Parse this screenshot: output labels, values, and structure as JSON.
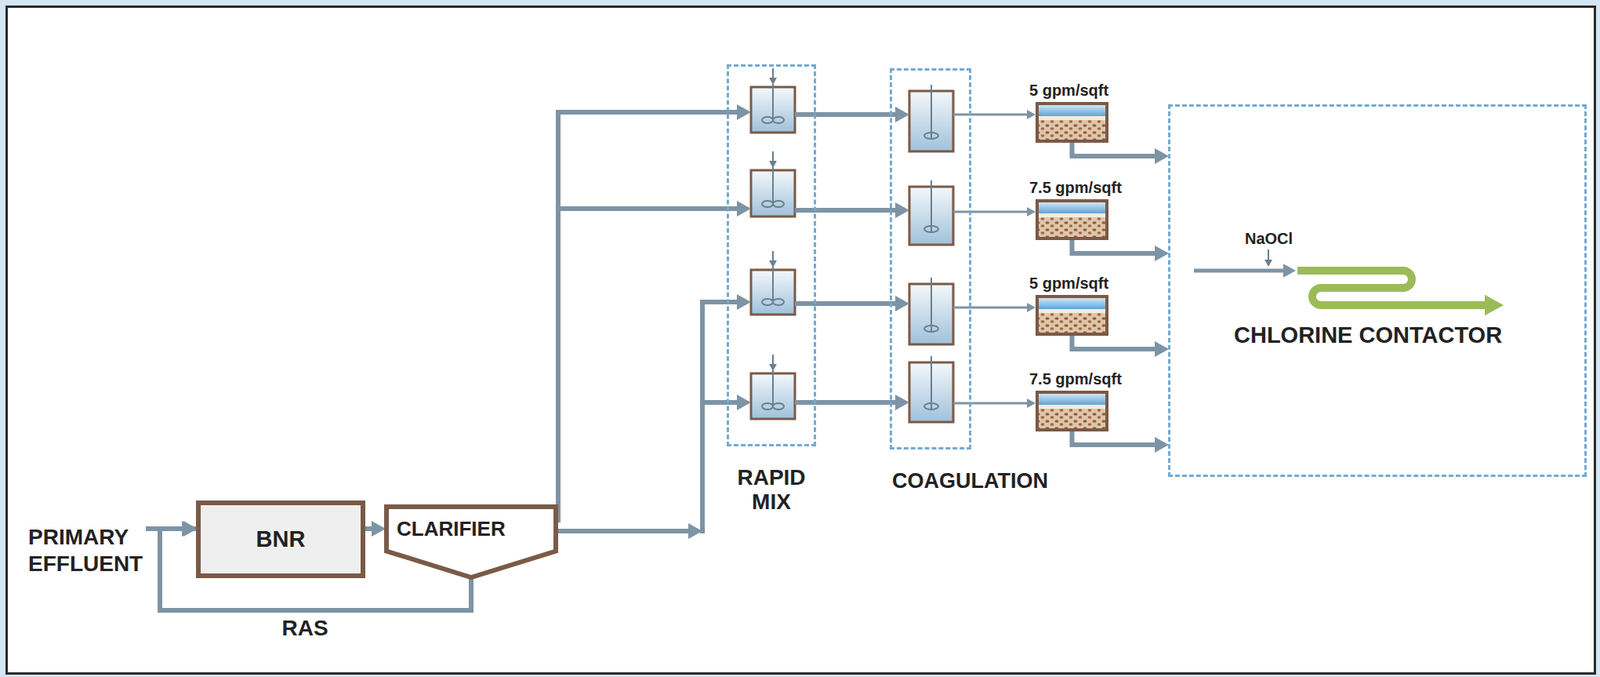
{
  "diagram": {
    "nodes": [
      {
        "text": [
          "BNR"
        ]
      },
      {
        "text": [
          "CLARIFIER"
        ]
      },
      {
        "text": [
          "RAPID MIX"
        ]
      },
      {
        "text": [
          "COAGULATION"
        ]
      },
      {
        "text": [
          "5 gpm/sqft"
        ]
      },
      {
        "text": [
          "7.5 gpm/sqft"
        ]
      },
      {
        "text": [
          "5 gpm/sqft"
        ]
      },
      {
        "text": [
          "7.5 gpm/sqft"
        ]
      },
      {
        "text": [
          "CHLORINE CONTACTOR"
        ]
      }
    ],
    "edges": [
      {
        "from": 0,
        "to": 1,
        "arrow": "to"
      },
      {
        "from": 1,
        "to": 0,
        "label": "RAS",
        "arrow": "to"
      },
      {
        "from": 1,
        "to": 2,
        "arrow": "to"
      },
      {
        "from": 2,
        "to": 3,
        "arrow": "to"
      },
      {
        "from": 3,
        "to": 4,
        "arrow": "to"
      },
      {
        "from": 3,
        "to": 5,
        "arrow": "to"
      },
      {
        "from": 3,
        "to": 6,
        "arrow": "to"
      },
      {
        "from": 3,
        "to": 7,
        "arrow": "to"
      },
      {
        "from": 4,
        "to": 8,
        "arrow": "to"
      },
      {
        "from": 5,
        "to": 8,
        "arrow": "to"
      },
      {
        "from": 6,
        "to": 8,
        "arrow": "to"
      },
      {
        "from": 7,
        "to": 8,
        "arrow": "to"
      }
    ],
    "labels": [
      "PRIMARY EFFLUENT",
      "NaOCl"
    ]
  }
}
